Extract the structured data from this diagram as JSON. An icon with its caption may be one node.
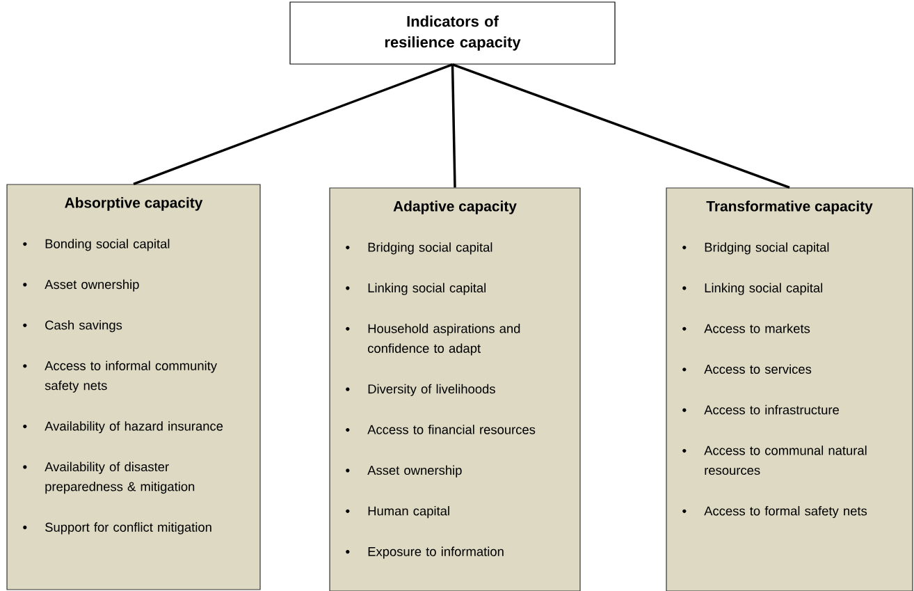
{
  "diagram": {
    "nodes": [
      {
        "text": [
          "Indicators of resilience capacity"
        ]
      },
      {
        "text": [
          "Absorptive capacity",
          "Bonding  social capital",
          "Asset ownership",
          "Cash savings",
          "Access to informal community safety nets",
          "Availability of hazard insurance",
          "Availability of disaster preparedness & mitigation",
          "Support for conflict mitigation"
        ]
      },
      {
        "text": [
          "Adaptive capacity",
          "Bridging social capital",
          "Linking social capital",
          "Household aspirations and confidence to adapt",
          "Diversity of livelihoods",
          "Access to financial resources",
          "Asset ownership",
          "Human capital",
          "Exposure to information"
        ]
      },
      {
        "text": [
          "Transformative capacity",
          "Bridging social capital",
          "Linking social capital",
          "Access to markets",
          "Access to services",
          "Access to infrastructure",
          "Access to communal natural resources",
          "Access to formal safety nets"
        ]
      }
    ],
    "edges": [
      {
        "from": 0,
        "to": 1,
        "arrow": "none"
      },
      {
        "from": 0,
        "to": 2,
        "arrow": "none"
      },
      {
        "from": 0,
        "to": 3,
        "arrow": "none"
      }
    ]
  }
}
